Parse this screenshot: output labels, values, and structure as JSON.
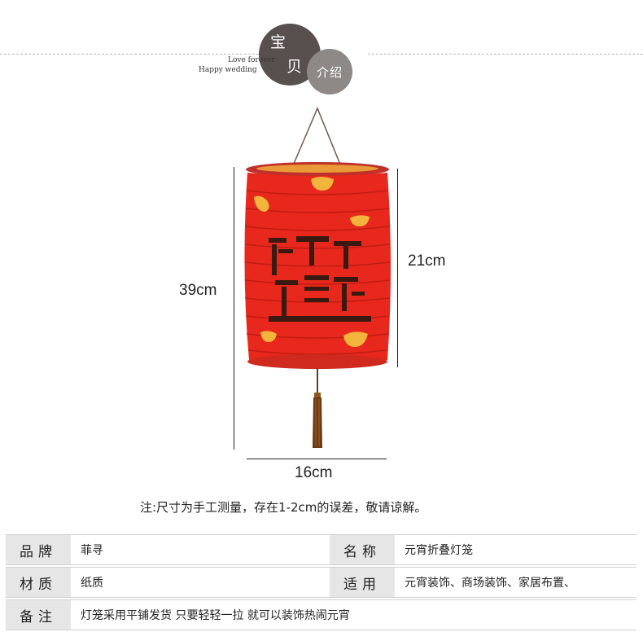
{
  "header": {
    "badge_char1": "宝",
    "badge_char2": "贝",
    "badge_small": "介绍",
    "tagline1": "Love forever",
    "tagline2": "Happy wedding"
  },
  "dimensions": {
    "height_total": "39cm",
    "height_body": "21cm",
    "width": "16cm"
  },
  "note": "注:尺寸为手工测量，存在1-2cm的误差，敬请谅解。",
  "specs": {
    "brand_label": "品牌",
    "brand_value": "菲寻",
    "name_label": "名称",
    "name_value": "元宵折叠灯笼",
    "material_label": "材质",
    "material_value": "纸质",
    "usage_label": "适用",
    "usage_value": "元宵装饰、商场装饰、家居布置、",
    "remark_label": "备注",
    "remark_value": "灯笼采用平铺发货 只要轻轻一拉 就可以装饰热闹元宵"
  },
  "colors": {
    "lantern_red": "#e8281c",
    "lantern_gold": "#f2b43a",
    "badge_dark": "#57504f",
    "badge_light": "#8e8986",
    "tassel": "#6b3a12"
  }
}
